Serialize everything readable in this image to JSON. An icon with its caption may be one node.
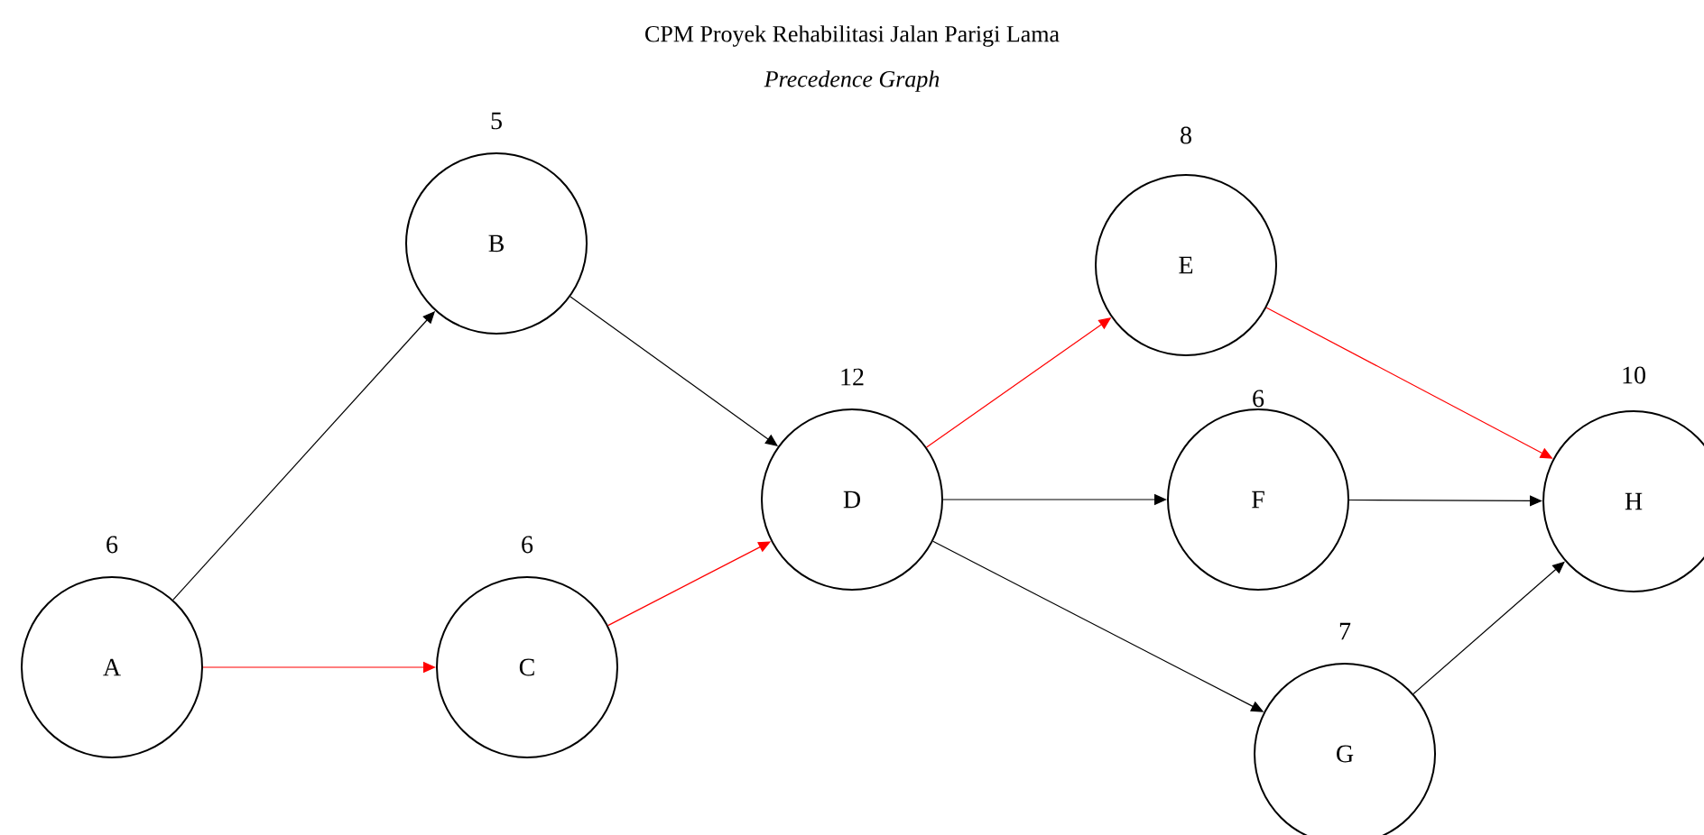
{
  "diagram": {
    "title": "CPM Proyek Rehabilitasi  Jalan Parigi  Lama",
    "nodes": [
      {
        "text": [
          "A"
        ],
        "beside": [
          "6"
        ]
      },
      {
        "text": [
          "B"
        ],
        "beside": [
          "5"
        ]
      },
      {
        "text": [
          "C"
        ],
        "beside": [
          "6"
        ]
      },
      {
        "text": [
          "D"
        ],
        "beside": [
          "12"
        ]
      },
      {
        "text": [
          "E"
        ],
        "beside": [
          "8"
        ]
      },
      {
        "text": [
          "F"
        ],
        "beside": [
          "6"
        ]
      },
      {
        "text": [
          "G"
        ],
        "beside": [
          "7"
        ]
      },
      {
        "text": [
          "H"
        ],
        "beside": [
          "10"
        ]
      }
    ],
    "edges": [
      {
        "from": 0,
        "to": 1,
        "arrow": "to"
      },
      {
        "from": 0,
        "to": 2,
        "arrow": "to",
        "color": "#ff0000"
      },
      {
        "from": 1,
        "to": 3,
        "arrow": "to"
      },
      {
        "from": 2,
        "to": 3,
        "arrow": "to",
        "color": "#ff0000"
      },
      {
        "from": 3,
        "to": 4,
        "arrow": "to",
        "color": "#ff0000"
      },
      {
        "from": 3,
        "to": 5,
        "arrow": "to"
      },
      {
        "from": 3,
        "to": 6,
        "arrow": "to"
      },
      {
        "from": 4,
        "to": 7,
        "arrow": "to",
        "color": "#ff0000"
      },
      {
        "from": 5,
        "to": 7,
        "arrow": "to"
      },
      {
        "from": 6,
        "to": 7,
        "arrow": "to"
      }
    ],
    "labels": [
      "*Precedence Graph*"
    ]
  }
}
